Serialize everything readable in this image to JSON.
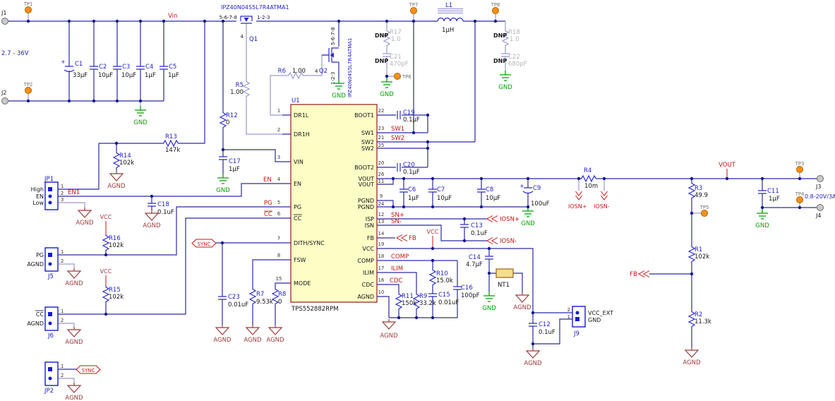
{
  "labels": {
    "gnd": "GND",
    "agnd": "AGND",
    "vcc": "VCC",
    "dnp": "DNP",
    "sync": "SYNC"
  },
  "nums": {
    "n1": "1",
    "n2": "2",
    "n3": "3",
    "n4": "4"
  },
  "nets": {
    "vin": "Vin",
    "en": "EN",
    "en1": "EN1",
    "pg": "PG",
    "cc": "CC",
    "sw1": "SW1",
    "sw2": "SW2",
    "snp": "SN+",
    "snn": "SN-",
    "fb": "FB",
    "comp": "COMP",
    "ilim": "ILIM",
    "cdc": "CDC",
    "iosnp": "IOSN+",
    "iosnn": "IOSN-",
    "vout": "VOUT",
    "vcc_ext": "VCC_EXT"
  },
  "ann": {
    "vin_range": "2.7 - 36V",
    "vout_range": "0.8-20V/3A",
    "q_pins_a": "5-6-7-8",
    "q_pins_b": "1-2-3",
    "mosfet_part": "IPZ40N04S5L7R4ATMA1"
  },
  "tp": {
    "tp1": "TP1",
    "tp2": "TP2",
    "tp3": "TP3",
    "tp4": "TP4",
    "tp5": "TP5",
    "tp6": "TP6",
    "tp7": "TP7",
    "tp8": "TP8"
  },
  "conn": {
    "j1": "J1",
    "j2": "J2",
    "j3": "J3",
    "j4": "J4",
    "j5": "J5",
    "j6": "J6",
    "j9": "J9",
    "jp1": "JP1",
    "jp2": "JP2",
    "jp1_high": "High",
    "jp1_en": "EN",
    "jp1_low": "Low",
    "j5_pg": "PG",
    "j6_cc": "CC",
    "agnd": "AGND",
    "j9_vcc_ext": "VCC_EXT",
    "j9_gnd": "GND"
  },
  "ic": {
    "ref": "U1",
    "part": "TPS552882RPM",
    "left": [
      {
        "n": "1",
        "name": "DR1L"
      },
      {
        "n": "2",
        "name": "DR1H"
      },
      {
        "n": "3",
        "name": "VIN"
      },
      {
        "n": "4",
        "name": "EN"
      },
      {
        "n": "5",
        "name": "PG"
      },
      {
        "n": "6",
        "name": "CC"
      },
      {
        "n": "7",
        "name": "DITH/SYNC"
      },
      {
        "n": "8",
        "name": "FSW"
      },
      {
        "n": "15",
        "name": "MODE"
      }
    ],
    "right": [
      {
        "n": "22",
        "name": "BOOT1"
      },
      {
        "n": "23",
        "name": "SW1"
      },
      {
        "n": "21",
        "name": "SW2"
      },
      {
        "n": "25",
        "name": "SW2"
      },
      {
        "n": "20",
        "name": "BOOT2"
      },
      {
        "n": "26",
        "name": "VOUT"
      },
      {
        "n": "11",
        "name": "VOUT"
      },
      {
        "n": "9",
        "name": "PGND"
      },
      {
        "n": "24",
        "name": "PGND"
      },
      {
        "n": "12",
        "name": "ISP"
      },
      {
        "n": "13",
        "name": "ISN"
      },
      {
        "n": "14",
        "name": "FB"
      },
      {
        "n": "19",
        "name": "VCC"
      },
      {
        "n": "18",
        "name": "COMP"
      },
      {
        "n": "17",
        "name": "ILIM"
      },
      {
        "n": "16",
        "name": "CDC"
      },
      {
        "n": "10",
        "name": "AGND"
      }
    ]
  },
  "parts": {
    "c1": {
      "r": "C1",
      "v": "33µF"
    },
    "c2": {
      "r": "C2",
      "v": "10µF"
    },
    "c3": {
      "r": "C3",
      "v": "10µF"
    },
    "c4": {
      "r": "C4",
      "v": "1µF"
    },
    "c5": {
      "r": "C5",
      "v": "1µF"
    },
    "c6": {
      "r": "C6",
      "v": "1µF"
    },
    "c7": {
      "r": "C7",
      "v": "10µF"
    },
    "c8": {
      "r": "C8",
      "v": "10µF"
    },
    "c9": {
      "r": "C9",
      "v": "100uF"
    },
    "c11": {
      "r": "C11",
      "v": "1µF"
    },
    "c12": {
      "r": "C12",
      "v": "0.1uF"
    },
    "c13": {
      "r": "C13",
      "v": "0.1uF"
    },
    "c14": {
      "r": "C14",
      "v": "4.7µF"
    },
    "c15": {
      "r": "C15",
      "v": "0.01uF"
    },
    "c16": {
      "r": "C16",
      "v": "100pF"
    },
    "c17": {
      "r": "C17",
      "v": "1µF"
    },
    "c18": {
      "r": "C18",
      "v": "0.1uF"
    },
    "c19": {
      "r": "C19",
      "v": "0.1µF"
    },
    "c20": {
      "r": "C20",
      "v": "0.1µF"
    },
    "c21": {
      "r": "C21",
      "v": "470pF"
    },
    "c22": {
      "r": "C22",
      "v": "680pF"
    },
    "c23": {
      "r": "C23",
      "v": "0.01uF"
    },
    "r1": {
      "r": "R1",
      "v": "102k"
    },
    "r2": {
      "r": "R2",
      "v": "11.3k"
    },
    "r3": {
      "r": "R3",
      "v": "49.9"
    },
    "r4": {
      "r": "R4",
      "v": "10m"
    },
    "r5": {
      "r": "R5",
      "v": "1.00"
    },
    "r6": {
      "r": "R6",
      "v": "1.00"
    },
    "r7": {
      "r": "R7",
      "v": "9.53k"
    },
    "r8": {
      "r": "R8",
      "v": "0"
    },
    "r9": {
      "r": "R9",
      "v": "33.2k"
    },
    "r10": {
      "r": "R10",
      "v": "15.0k"
    },
    "r11": {
      "r": "R11",
      "v": "150k"
    },
    "r12": {
      "r": "R12",
      "v": "0"
    },
    "r13": {
      "r": "R13",
      "v": "147k"
    },
    "r14": {
      "r": "R14",
      "v": "102k"
    },
    "r15": {
      "r": "R15",
      "v": "102k"
    },
    "r16": {
      "r": "R16",
      "v": "102k"
    },
    "r17": {
      "r": "R17",
      "v": "1.0"
    },
    "r18": {
      "r": "R18",
      "v": "1.0"
    },
    "l1": {
      "r": "L1",
      "v": "1µH"
    },
    "q1": {
      "r": "Q1"
    },
    "q2": {
      "r": "Q2"
    },
    "nt1": {
      "r": "NT1"
    },
    "plus": "+"
  }
}
